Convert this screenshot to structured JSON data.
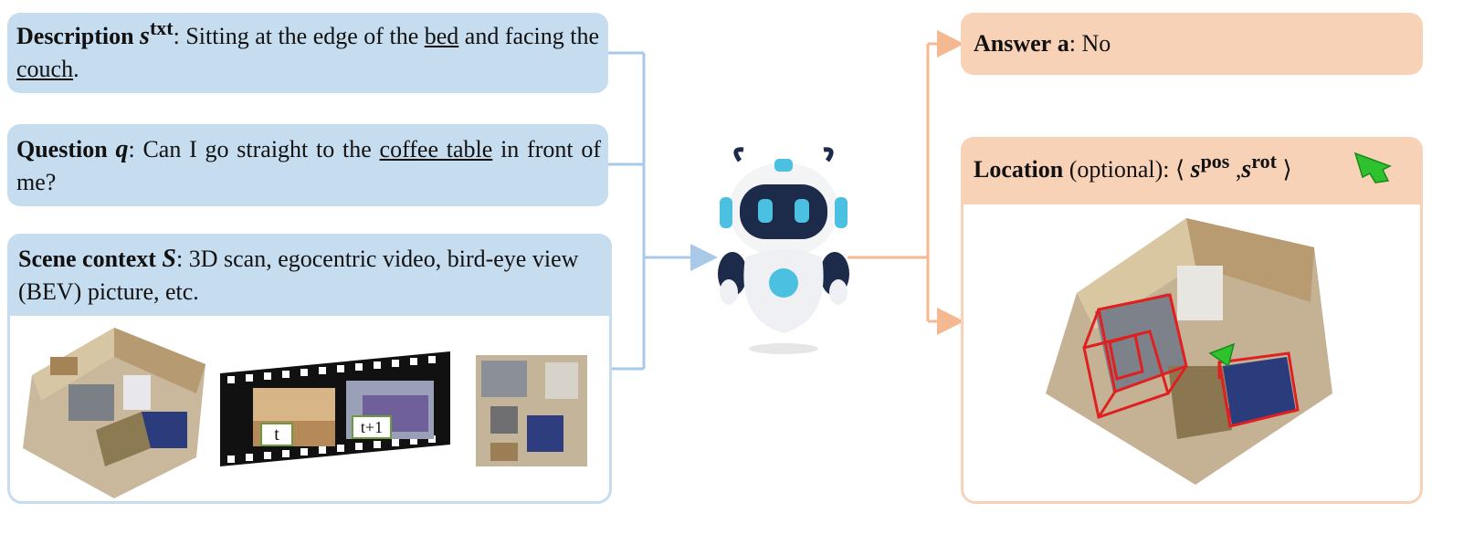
{
  "left": {
    "description": {
      "label": "Description",
      "symbol": "s",
      "symbol_sup": "txt",
      "sep": ": ",
      "text_1": "Sitting at the edge of the ",
      "bed": "bed",
      "text_2": " and facing the ",
      "couch": "couch",
      "text_3": "."
    },
    "question": {
      "label": "Question",
      "symbol": "q",
      "sep": ": ",
      "text_1": "Can I go straight to the ",
      "coffee_table": "coffee table",
      "text_2": " in front of me?"
    },
    "scene": {
      "label": "Scene context",
      "symbol": "S",
      "sep": ":  ",
      "text": "3D scan, egocentric video, bird-eye view (BEV) picture, etc.",
      "frame_t": "t",
      "frame_t1": "t+1"
    }
  },
  "right": {
    "answer": {
      "label": "Answer",
      "symbol": "a",
      "sep": ": ",
      "value": "No"
    },
    "location": {
      "label": "Location",
      "optional": " (optional): ",
      "open": "⟨ ",
      "s1": "s",
      "s1_sup": "pos",
      "comma": " ,",
      "s2": "s",
      "s2_sup": "rot",
      "close": " ⟩"
    }
  },
  "colors": {
    "blue": "#c6dcef",
    "blue_line": "#a9c9e8",
    "orange": "#f8d2b7",
    "orange_line": "#f4b993",
    "red_box": "#e02020",
    "green_arrow": "#2ec22e"
  },
  "icons": {
    "robot": "robot-assistant-icon",
    "location_arrow": "green-arrow-icon"
  }
}
